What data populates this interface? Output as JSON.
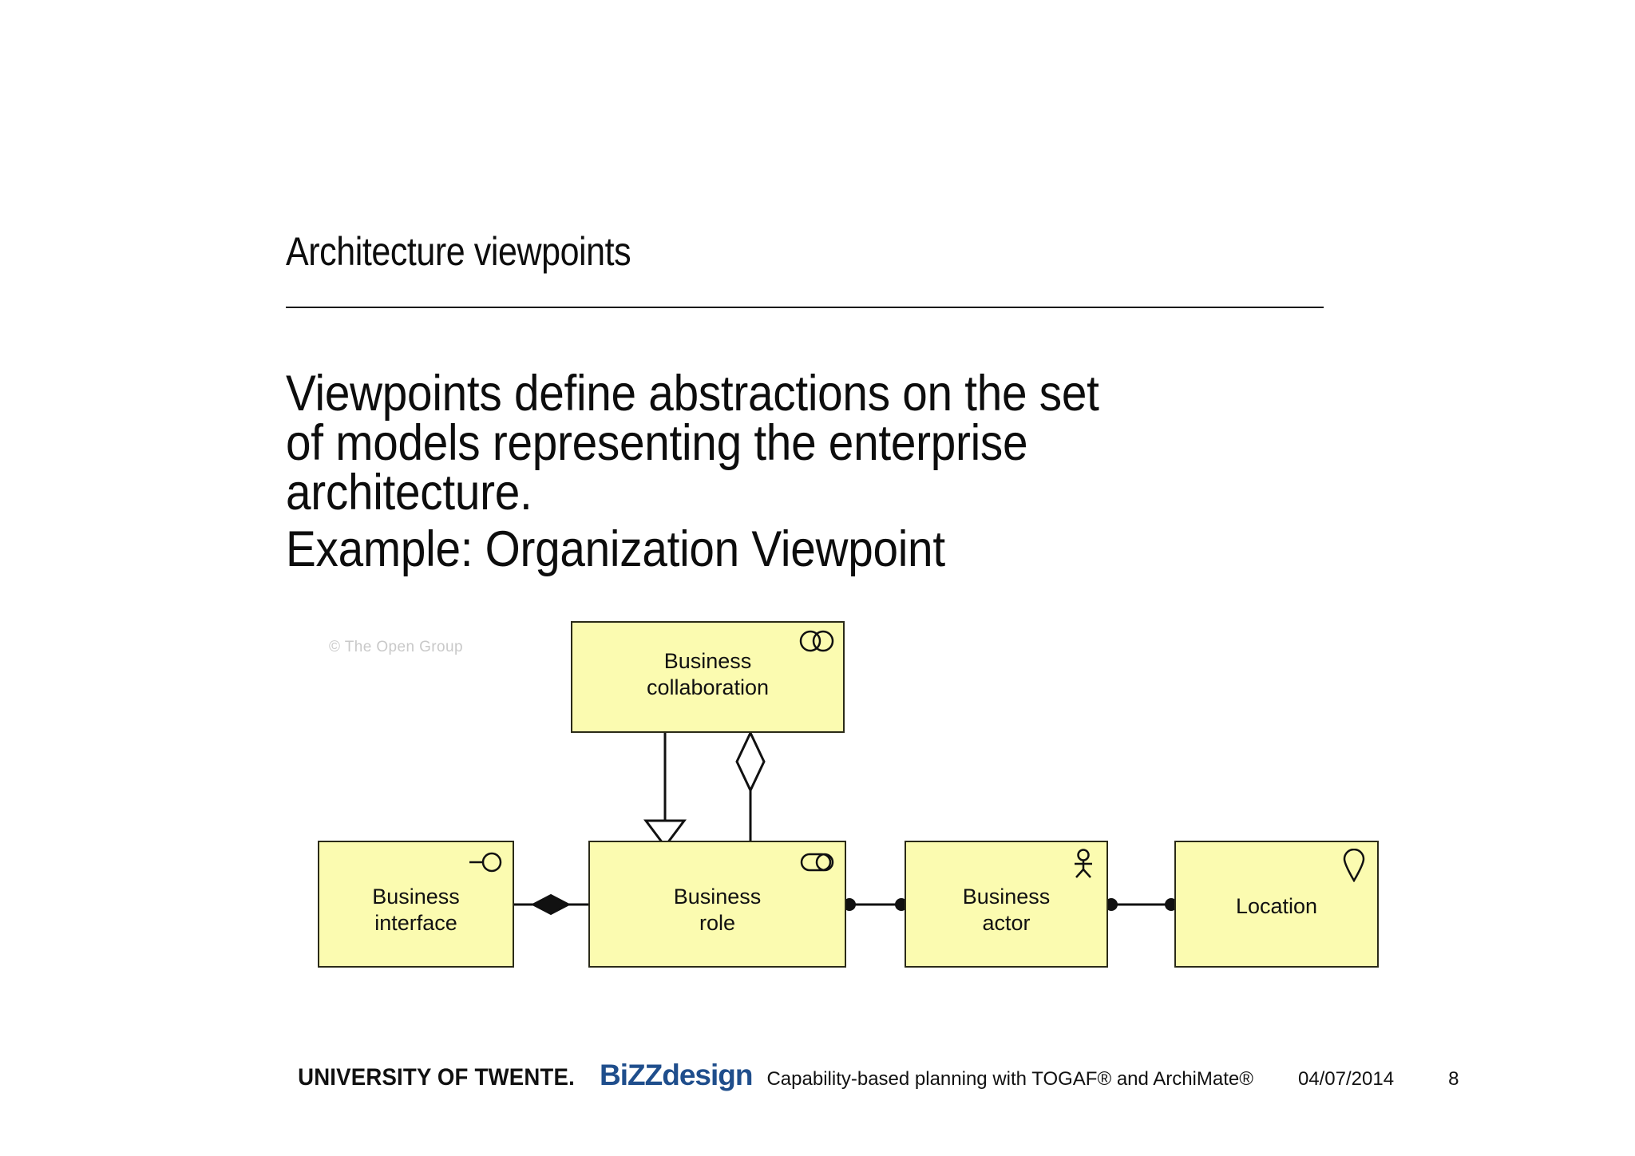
{
  "slide": {
    "title": "Architecture viewpoints",
    "body": {
      "paragraph_1_lines": [
        "Viewpoints define abstractions on the set",
        "of models representing the enterprise",
        "architecture."
      ],
      "paragraph_2_lines": [
        "Example: Organization Viewpoint"
      ]
    }
  },
  "diagram": {
    "watermark": "© The Open Group",
    "fill_color": "#fbfbb0",
    "border_color": "#2b2b18",
    "nodes": [
      {
        "id": "collaboration",
        "label_line_1": "Business",
        "label_line_2": "collaboration",
        "icon": "business-collaboration-icon"
      },
      {
        "id": "interface",
        "label_line_1": "Business",
        "label_line_2": "interface",
        "icon": "business-interface-icon"
      },
      {
        "id": "role",
        "label_line_1": "Business",
        "label_line_2": "role",
        "icon": "business-role-icon"
      },
      {
        "id": "actor",
        "label_line_1": "Business",
        "label_line_2": "actor",
        "icon": "business-actor-icon"
      },
      {
        "id": "location",
        "label_line_1": "Location",
        "label_line_2": "",
        "icon": "location-pin-icon"
      }
    ],
    "relations": [
      {
        "from": "interface",
        "to": "role",
        "type": "composition",
        "marker": "filled-diamond"
      },
      {
        "from": "collaboration",
        "to": "role",
        "type": "specialization",
        "marker": "hollow-triangle"
      },
      {
        "from": "collaboration",
        "to": "role",
        "type": "aggregation",
        "marker": "hollow-diamond"
      },
      {
        "from": "role",
        "to": "actor",
        "type": "assignment",
        "marker": "ball-ball"
      },
      {
        "from": "actor",
        "to": "location",
        "type": "assignment",
        "marker": "ball-ball"
      }
    ]
  },
  "footer": {
    "university": "UNIVERSITY OF TWENTE.",
    "partner": "BiZZdesign",
    "partner_color": "#1f4e8c",
    "subject": "Capability-based planning with TOGAF® and ArchiMate®",
    "date": "04/07/2014",
    "page_number": "8"
  }
}
